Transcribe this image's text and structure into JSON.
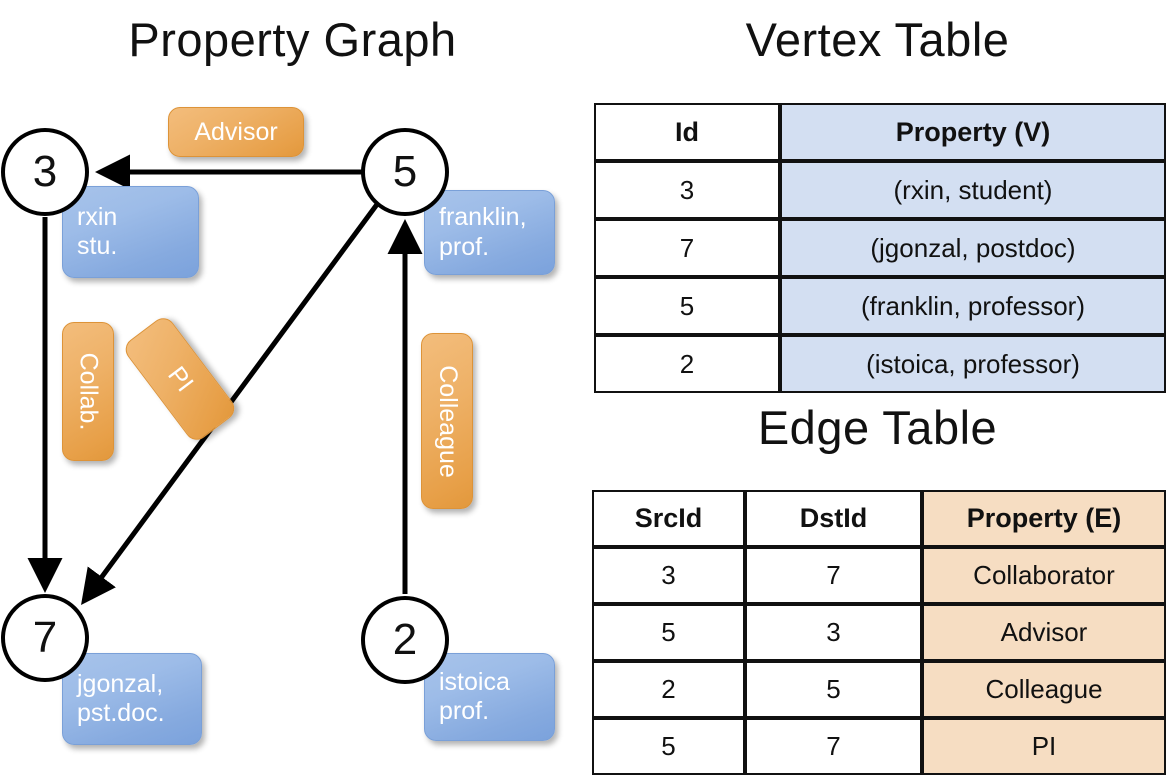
{
  "titles": {
    "property_graph": "Property Graph",
    "vertex_table": "Vertex Table",
    "edge_table": "Edge Table"
  },
  "graph": {
    "nodes": [
      {
        "id": "3",
        "label": "3",
        "property_lines": [
          "rxin",
          "stu."
        ]
      },
      {
        "id": "5",
        "label": "5",
        "property_lines": [
          "franklin,",
          "prof."
        ]
      },
      {
        "id": "7",
        "label": "7",
        "property_lines": [
          "jgonzal,",
          "pst.doc."
        ]
      },
      {
        "id": "2",
        "label": "2",
        "property_lines": [
          "istoica",
          "prof."
        ]
      }
    ],
    "vertex_boxes": {
      "rxin": "rxin\nstu.",
      "franklin": "franklin,\nprof.",
      "jgonzal": "jgonzal,\npst.doc.",
      "istoica": "istoica\nprof."
    },
    "edge_labels": {
      "advisor": "Advisor",
      "collab": "Collab.",
      "pi": "PI",
      "colleague": "Colleague"
    },
    "edges": [
      {
        "src": "5",
        "dst": "3",
        "label": "Advisor"
      },
      {
        "src": "3",
        "dst": "7",
        "label": "Collab."
      },
      {
        "src": "5",
        "dst": "7",
        "label": "PI"
      },
      {
        "src": "2",
        "dst": "5",
        "label": "Colleague"
      }
    ]
  },
  "vertex_table": {
    "headers": [
      "Id",
      "Property (V)"
    ],
    "rows": [
      {
        "id": "3",
        "property": "(rxin, student)"
      },
      {
        "id": "7",
        "property": "(jgonzal, postdoc)"
      },
      {
        "id": "5",
        "property": "(franklin, professor)"
      },
      {
        "id": "2",
        "property": "(istoica, professor)"
      }
    ]
  },
  "edge_table": {
    "headers": [
      "SrcId",
      "DstId",
      "Property (E)"
    ],
    "rows": [
      {
        "src": "3",
        "dst": "7",
        "property": "Collaborator"
      },
      {
        "src": "5",
        "dst": "3",
        "property": "Advisor"
      },
      {
        "src": "2",
        "dst": "5",
        "property": "Colleague"
      },
      {
        "src": "5",
        "dst": "7",
        "property": "PI"
      }
    ]
  },
  "colors": {
    "vertex_header_fill": "#d3dff2",
    "edge_header_fill": "#f6ddc2",
    "vertex_box_blue": "#8fb2e4",
    "edge_box_orange": "#eeb167",
    "stroke": "#111111",
    "background": "#ffffff"
  }
}
